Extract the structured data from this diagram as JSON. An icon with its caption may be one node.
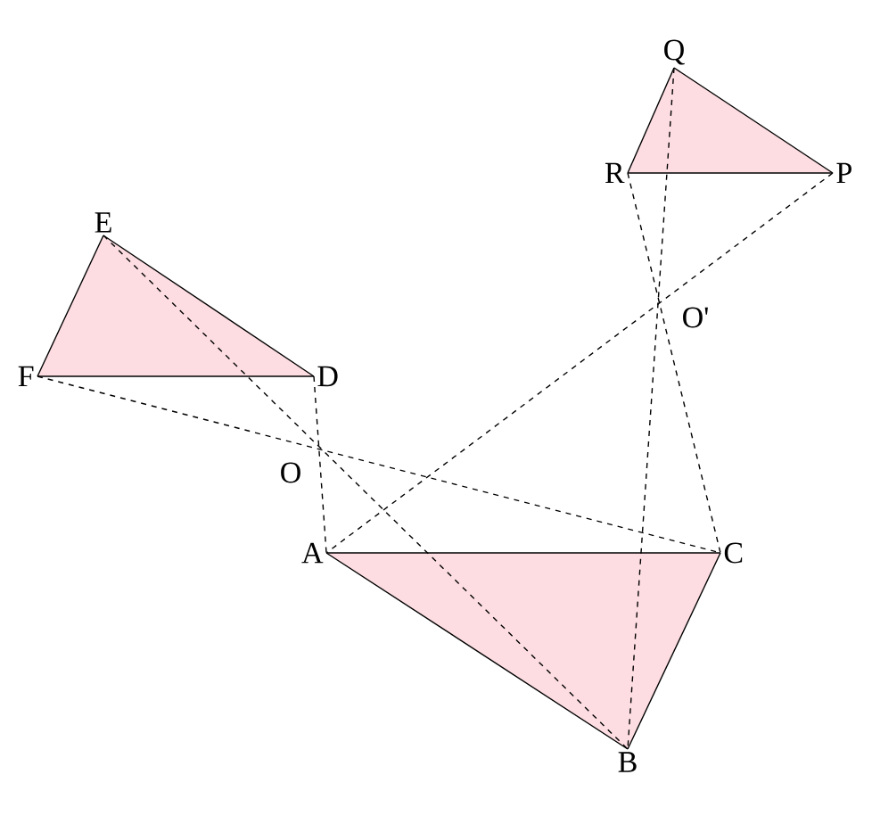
{
  "diagram": {
    "nodes": [
      {
        "text": [
          "Q"
        ]
      },
      {
        "text": [
          "R"
        ]
      },
      {
        "text": [
          "P"
        ]
      },
      {
        "text": [
          "E"
        ]
      },
      {
        "text": [
          "F"
        ]
      },
      {
        "text": [
          "D"
        ]
      },
      {
        "text": [
          "A"
        ]
      },
      {
        "text": [
          "C"
        ]
      },
      {
        "text": [
          "B"
        ]
      }
    ],
    "edges": [
      {
        "from": 0,
        "to": 1,
        "arrow": "none"
      },
      {
        "from": 1,
        "to": 2,
        "arrow": "none"
      },
      {
        "from": 2,
        "to": 0,
        "arrow": "none"
      },
      {
        "from": 3,
        "to": 4,
        "arrow": "none"
      },
      {
        "from": 4,
        "to": 5,
        "arrow": "none"
      },
      {
        "from": 5,
        "to": 3,
        "arrow": "none"
      },
      {
        "from": 6,
        "to": 7,
        "arrow": "none"
      },
      {
        "from": 7,
        "to": 8,
        "arrow": "none"
      },
      {
        "from": 8,
        "to": 6,
        "arrow": "none"
      },
      {
        "from": 4,
        "to": 7,
        "arrow": "none",
        "style": "dashed"
      },
      {
        "from": 3,
        "to": 8,
        "arrow": "none",
        "style": "dashed"
      },
      {
        "from": 5,
        "to": 6,
        "arrow": "none",
        "style": "dashed"
      },
      {
        "from": 1,
        "to": 7,
        "arrow": "none",
        "style": "dashed"
      },
      {
        "from": 0,
        "to": 8,
        "arrow": "none",
        "style": "dashed"
      },
      {
        "from": 2,
        "to": 6,
        "arrow": "none",
        "style": "dashed"
      }
    ],
    "labels": [
      "O'",
      "O"
    ]
  }
}
